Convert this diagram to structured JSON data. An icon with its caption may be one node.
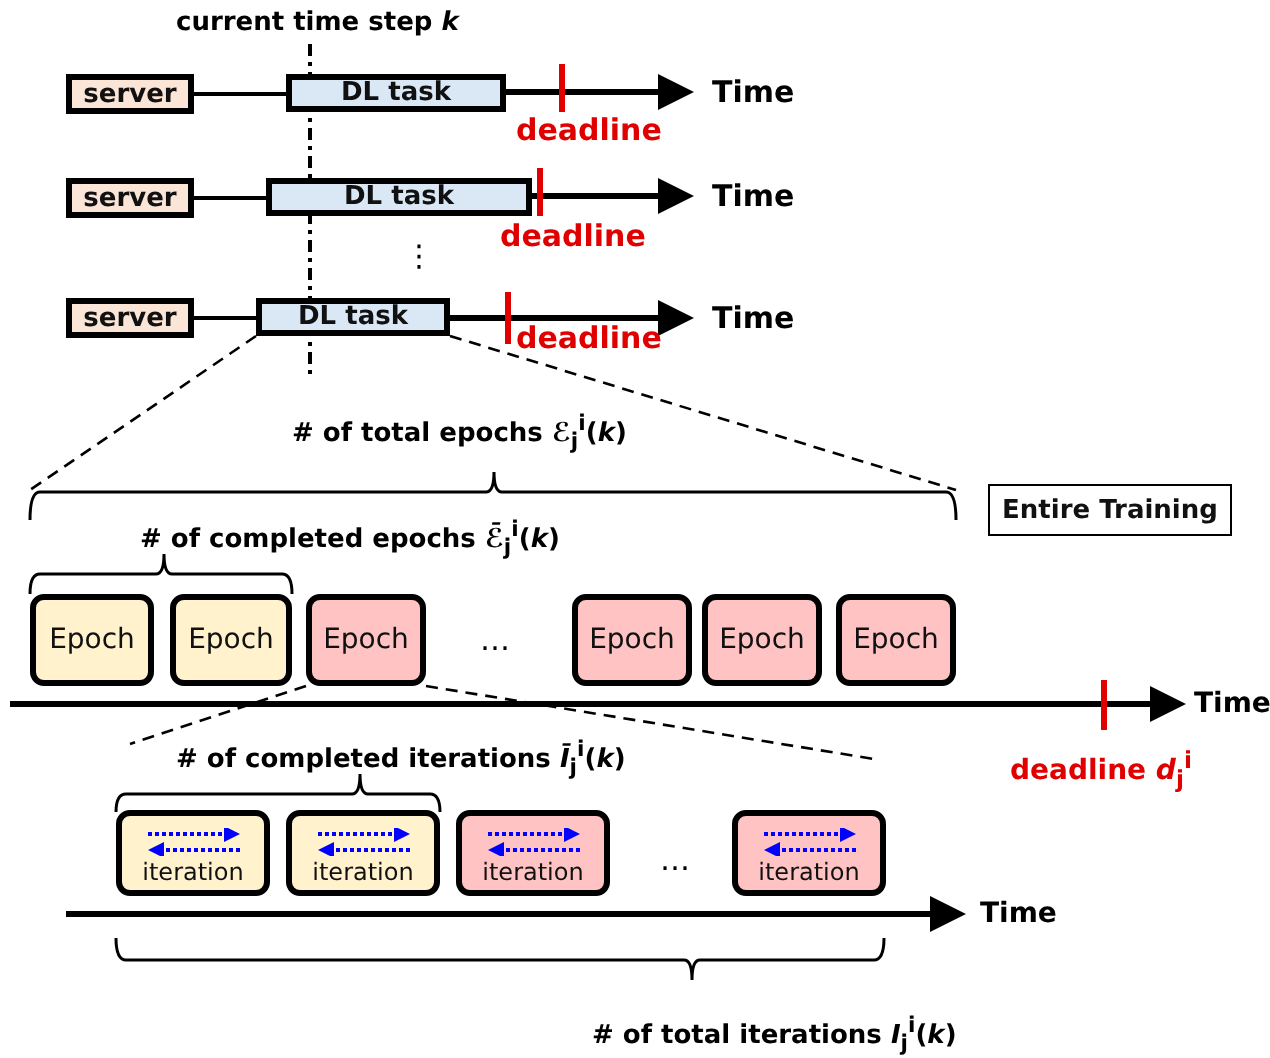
{
  "diagram": {
    "nodes": [
      {
        "text": [
          "server"
        ]
      },
      {
        "text": [
          "DL task"
        ]
      },
      {
        "text": [
          "server"
        ]
      },
      {
        "text": [
          "DL task"
        ]
      },
      {
        "text": [
          "server"
        ]
      },
      {
        "text": [
          "DL task"
        ]
      },
      {
        "text": [
          "Entire Training"
        ]
      },
      {
        "text": [
          "Epoch"
        ]
      },
      {
        "text": [
          "Epoch"
        ]
      },
      {
        "text": [
          "Epoch"
        ]
      },
      {
        "text": [
          "Epoch"
        ]
      },
      {
        "text": [
          "Epoch"
        ]
      },
      {
        "text": [
          "Epoch"
        ]
      },
      {
        "text": [
          "iteration"
        ]
      },
      {
        "text": [
          "iteration"
        ]
      },
      {
        "text": [
          "iteration"
        ]
      },
      {
        "text": [
          "iteration"
        ]
      },
      {
        "text": [],
        "shape": "bracket"
      }
    ],
    "edges": [
      {
        "from": 0,
        "to": 1,
        "arrow": "none"
      },
      {
        "from": 2,
        "to": 3,
        "arrow": "none"
      },
      {
        "from": 4,
        "to": 5,
        "arrow": "none"
      },
      {
        "from": 5,
        "to": 17,
        "arrow": "none",
        "style": "dashed"
      },
      {
        "from": 5,
        "to": 17,
        "arrow": "none",
        "style": "dashed"
      },
      {
        "from": 9,
        "to": null,
        "arrow": "none",
        "style": "dashed"
      },
      {
        "from": 9,
        "to": null,
        "arrow": "none",
        "style": "dashed"
      }
    ],
    "labels": [
      "current time step *k*",
      "Time",
      "deadline",
      "Time",
      "deadline",
      "⋮",
      "Time",
      "deadline",
      "# of total epochs *ℰ*$_{j}$$^{i}$(*k*)",
      "# of completed epochs *ℰ̄*$_{j}$$^{i}$(*k*)",
      "…",
      "Time",
      "deadline *d*$_{j}$$^{i}$",
      "# of completed iterations *Ī*$_{j}$$^{i}$(*k*)",
      "…",
      "Time",
      "# of total iterations *I*$_{j}$$^{i}$(*k*)"
    ]
  }
}
